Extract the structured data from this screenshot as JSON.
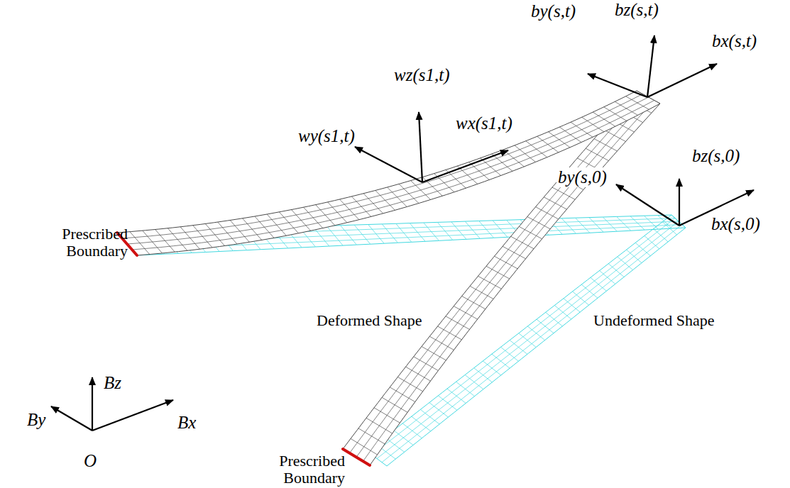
{
  "diagram": {
    "labels": [
      "by(s,t)",
      "bz(s,t)",
      "bx(s,t)",
      "wy(s1,t)",
      "wz(s1,t)",
      "wx(s1,t)",
      "bz(s,0)",
      "by(s,0)",
      "bx(s,0)",
      "Prescribed Boundary",
      "Deformed Shape",
      "Undeformed Shape",
      "Prescribed Boundary",
      "Bz",
      "By",
      "Bx",
      "O"
    ]
  }
}
